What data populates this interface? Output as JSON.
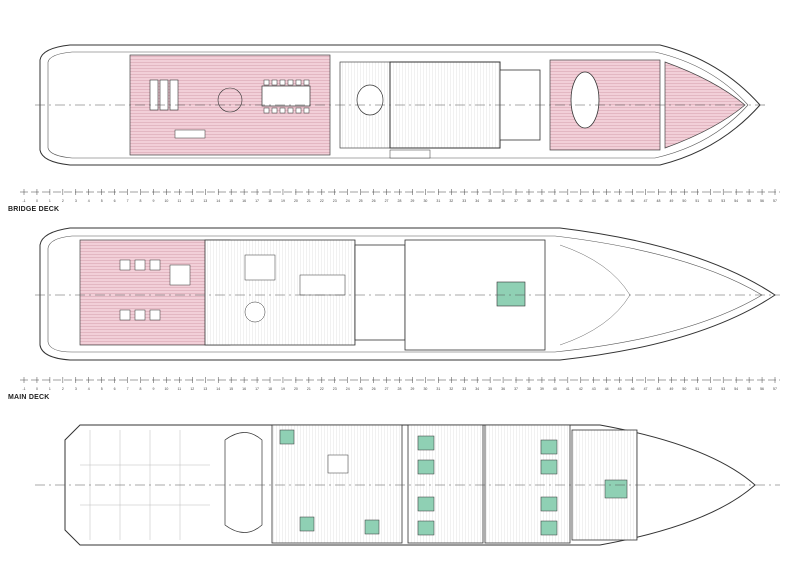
{
  "deck_labels": {
    "bridge": "BRIDGE DECK",
    "main": "MAIN DECK"
  },
  "frame_numbers": [
    "-1",
    "0",
    "1",
    "2",
    "3",
    "4",
    "5",
    "6",
    "7",
    "8",
    "9",
    "10",
    "11",
    "12",
    "13",
    "14",
    "15",
    "16",
    "17",
    "18",
    "19",
    "20",
    "21",
    "22",
    "23",
    "24",
    "25",
    "26",
    "27",
    "28",
    "29",
    "30",
    "31",
    "32",
    "33",
    "34",
    "35",
    "36",
    "37",
    "38",
    "39",
    "40",
    "41",
    "42",
    "43",
    "44",
    "45",
    "46",
    "47",
    "48",
    "49",
    "50",
    "51",
    "52",
    "53",
    "54",
    "55",
    "56",
    "57"
  ],
  "colors": {
    "deck_teak": "#f2cfd8",
    "deck_teak_line": "#d9a7b4",
    "cabin_bed": "#8fd0b4",
    "line": "#333333",
    "centerline": "#555555"
  }
}
